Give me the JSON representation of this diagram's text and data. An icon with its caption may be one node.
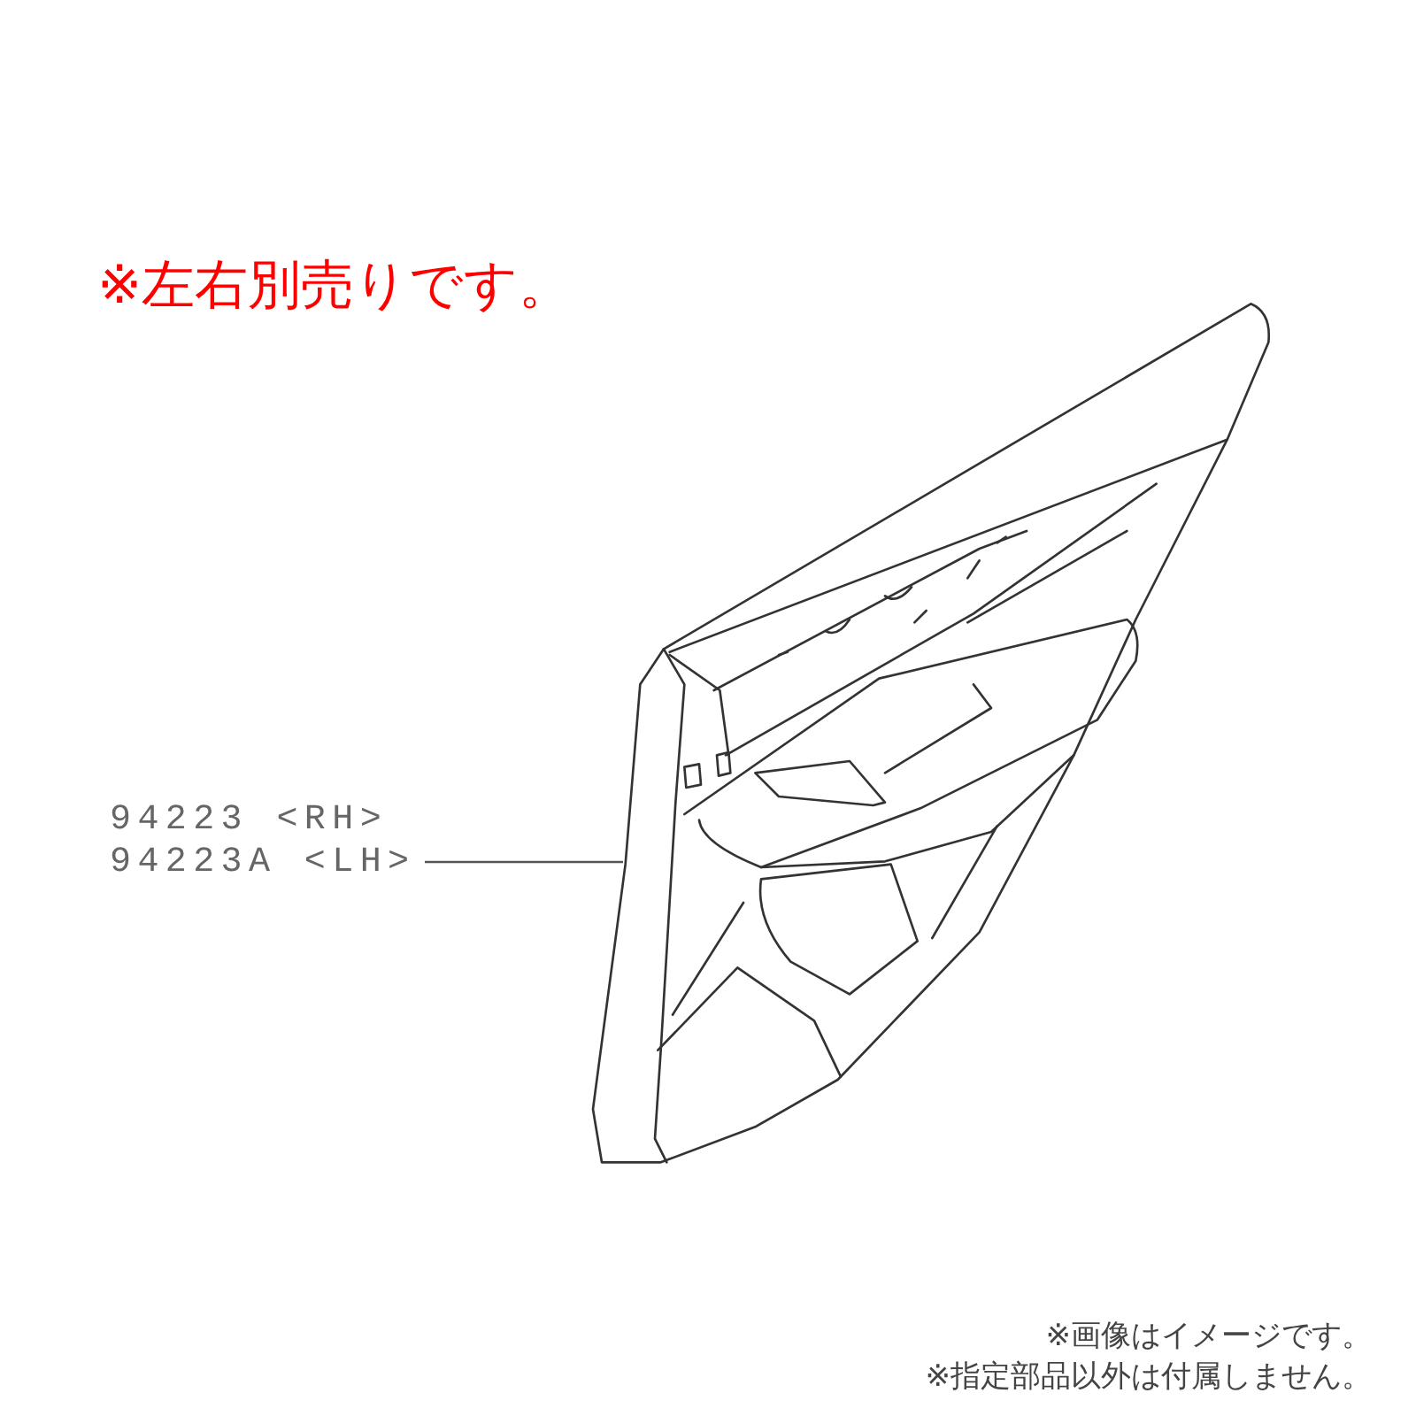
{
  "diagram": {
    "nodes": [
      {
        "text": [
          "94223 <RH>",
          "94223A <LH>"
        ]
      },
      {
        "text": [],
        "shape": "picture"
      }
    ],
    "edges": [
      {
        "from": 0,
        "to": 1,
        "arrow": "none"
      }
    ],
    "labels": [
      "※左右別売りです。",
      "※画像はイメージです。",
      "※指定部品以外は付属しません。"
    ]
  }
}
